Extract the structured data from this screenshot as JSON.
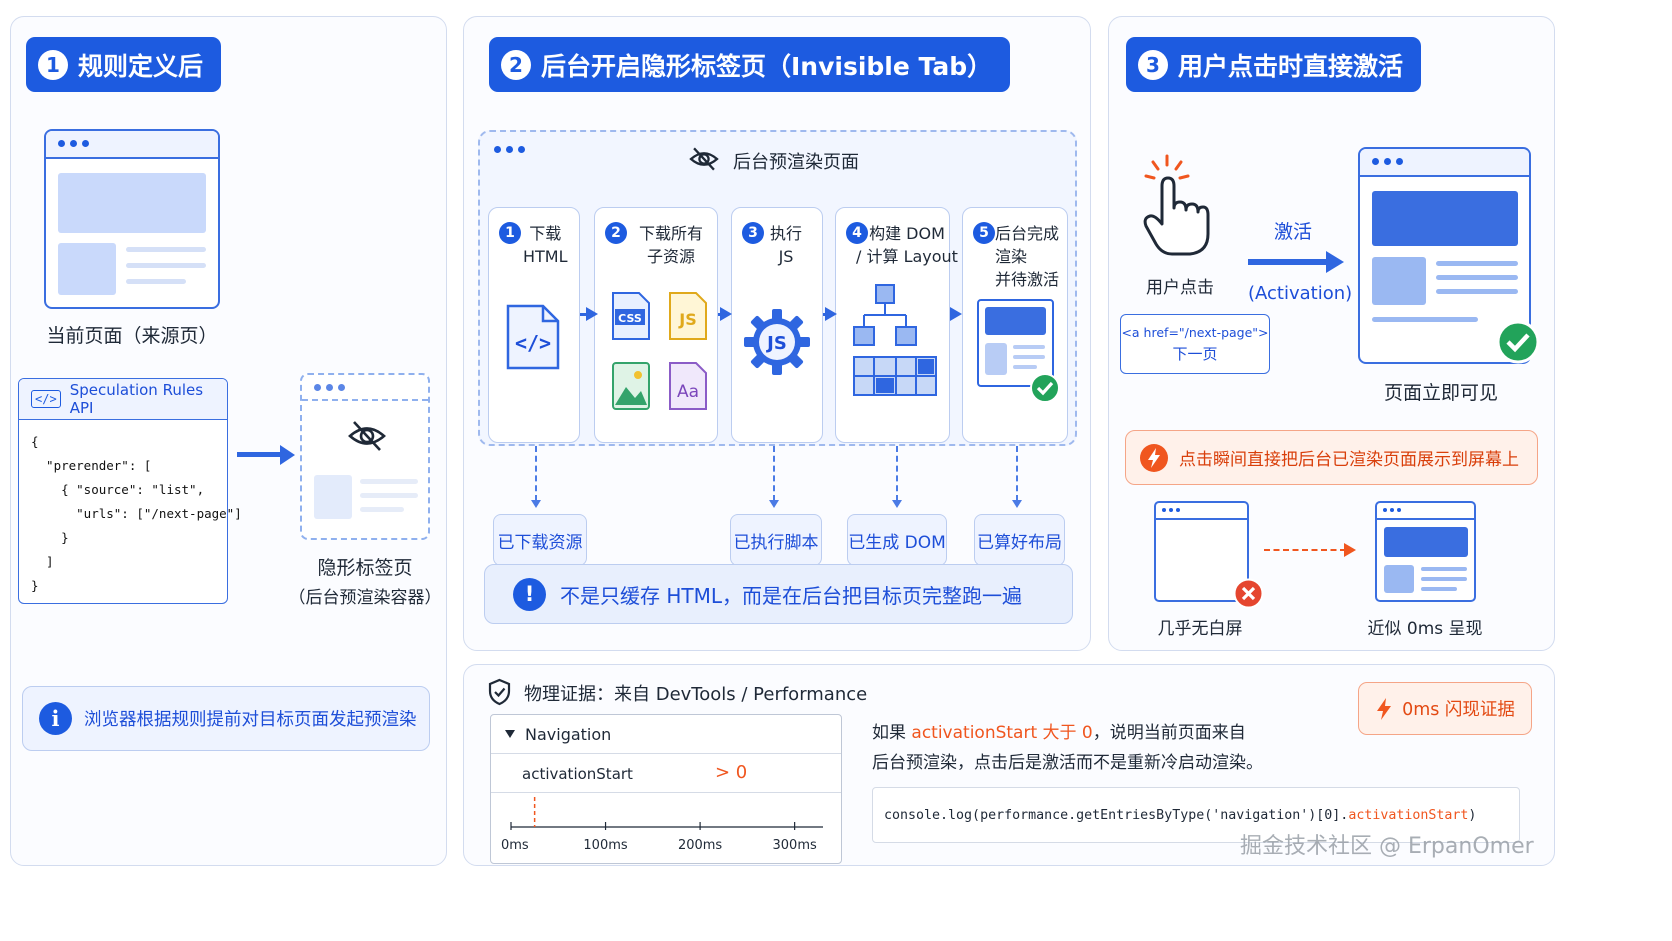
{
  "panel1": {
    "badge_num": "1",
    "badge_label": "规则定义后",
    "current_page_caption": "当前页面（来源页）",
    "api_title": "Speculation Rules API",
    "code_lines": [
      "{",
      "  \"prerender\": [",
      "    { \"source\": \"list\",",
      "      \"urls\": [\"/next-page\"]",
      "    }",
      "  ]",
      "}"
    ],
    "hidden_tab_caption": "隐形标签页",
    "hidden_tab_sub": "（后台预渲染容器）",
    "info_text": "浏览器根据规则提前对目标页面发起预渲染"
  },
  "panel2": {
    "badge_num": "2",
    "badge_label": "后台开启隐形标签页（Invisible Tab）",
    "prerender_title": "后台预渲染页面",
    "steps": [
      {
        "num": "1",
        "text": "下载\nHTML",
        "result": "已下载资源"
      },
      {
        "num": "2",
        "text": "下载所有\n子资源",
        "result": ""
      },
      {
        "num": "3",
        "text": "执行\nJS",
        "result": "已执行脚本"
      },
      {
        "num": "4",
        "text": "构建 DOM\n/ 计算 Layout",
        "result": "已生成 DOM"
      },
      {
        "num": "5",
        "text": "后台完成\n渲染\n并待激活",
        "result": "已算好布局"
      }
    ],
    "file_labels": {
      "css": "CSS",
      "js": "JS",
      "font": "Aa",
      "js_gear": "JS"
    },
    "code_icon": "</>",
    "warning_text": "不是只缓存 HTML，而是在后台把目标页完整跑一遍"
  },
  "panel3": {
    "badge_num": "3",
    "badge_label": "用户点击时直接激活",
    "user_click_label": "用户点击",
    "activate_label": "激活",
    "activation_label": "(Activation)",
    "link_code": "<a href=\"/next-page\">",
    "link_text": "下一页",
    "visible_caption": "页面立即可见",
    "alert_text": "点击瞬间直接把后台已渲染页面展示到屏幕上",
    "no_blank_caption": "几乎无白屏",
    "instant_caption": "近似 0ms 呈现"
  },
  "evidence": {
    "title": "物理证据：来自 DevTools / Performance",
    "nav_header": "Navigation",
    "metric_name": "activationStart",
    "metric_value": "> 0",
    "ticks": [
      "0ms",
      "100ms",
      "200ms",
      "300ms"
    ],
    "marker_ms": 25,
    "explain_prefix": "如果 ",
    "explain_highlight": "activationStart 大于 0",
    "explain_rest": "，说明当前页面来自",
    "explain_line2": "后台预渲染，点击后是激活而不是重新冷启动渲染。",
    "code_prefix": "console.log(performance.getEntriesByType('navigation')[0].",
    "code_highlight": "activationStart",
    "code_suffix": ")",
    "proof_badge": "0ms 闪现证据"
  },
  "watermark": "掘金技术社区 @ ErpanOmer",
  "colors": {
    "brand": "#1d5be0",
    "accent_orange": "#f0561f",
    "success": "#22a35a",
    "error": "#e5462f"
  }
}
